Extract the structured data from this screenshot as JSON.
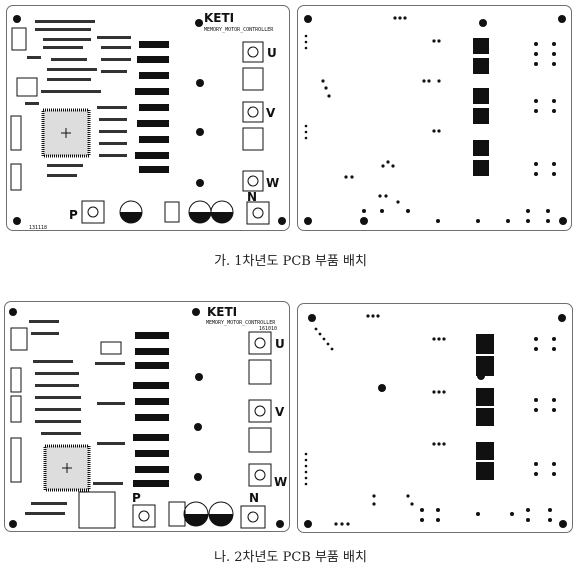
{
  "figure1": {
    "caption": "가. 1차년도 PCB 부품 배치",
    "top": {
      "logo": "KETI",
      "board_title": "MEMORY_MOTOR_CONTROLLER",
      "phase_u": "U",
      "phase_v": "V",
      "phase_w": "W",
      "label_p": "P",
      "label_n": "N",
      "revision": "131118"
    }
  },
  "figure2": {
    "caption": "나. 2차년도 PCB 부품 배치",
    "top": {
      "logo": "KETI",
      "board_title": "MEMORY_MOTOR_CONTROLLER",
      "revision": "161010",
      "phase_u": "U",
      "phase_v": "V",
      "phase_w": "W",
      "label_p": "P",
      "label_n": "N"
    }
  },
  "colors": {
    "ink": "#111111",
    "board_outline": "#6f6f6f",
    "background": "#ffffff"
  }
}
